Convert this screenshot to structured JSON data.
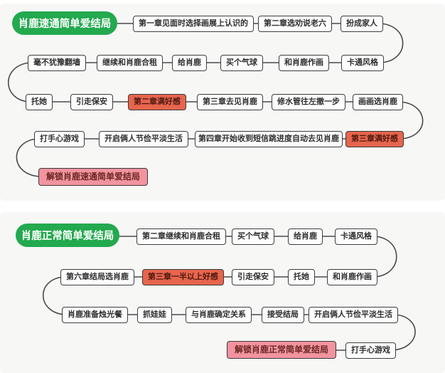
{
  "colors": {
    "route_badge_green": "#23a94e",
    "milestone_red": "#e7654d",
    "unlock_pink": "#f2949f",
    "connector_line": "#4a4a4a",
    "node_border": "#3e3e3e",
    "panel_background": "#f7f7f6"
  },
  "speedrun": {
    "title": "肖鹿速通简单爱结局",
    "steps": [
      "第一章见面时选择画展上认识的",
      "第二章选劝说老六",
      "扮成家人",
      "卡通风格",
      "和肖鹿作画",
      "买个气球",
      "给肖鹿",
      "继续和肖鹿合租",
      "毫不犹豫翻墙",
      "托她",
      "引走保安",
      "第二章满好感",
      "第三章去见肖鹿",
      "修水管往左撤一步",
      "画画选肖鹿",
      "第三章满好感",
      "第四章开始收到短信跳进度自动去见肖鹿",
      "开启俩人节俭平淡生活",
      "打手心游戏"
    ],
    "unlock": "解锁肖鹿速通简单爱结局"
  },
  "normal": {
    "title": "肖鹿正常简单爱结局",
    "steps": [
      "第二章继续和肖鹿合租",
      "买个气球",
      "给肖鹿",
      "卡通风格",
      "和肖鹿作画",
      "托她",
      "引走保安",
      "第三章一半以上好感",
      "第六章结局选肖鹿",
      "肖鹿准备烛光餐",
      "抓娃娃",
      "与肖鹿确定关系",
      "接受结局",
      "开启俩人节俭平淡生活",
      "打手心游戏"
    ],
    "unlock": "解锁肖鹿正常简单爱结局"
  }
}
